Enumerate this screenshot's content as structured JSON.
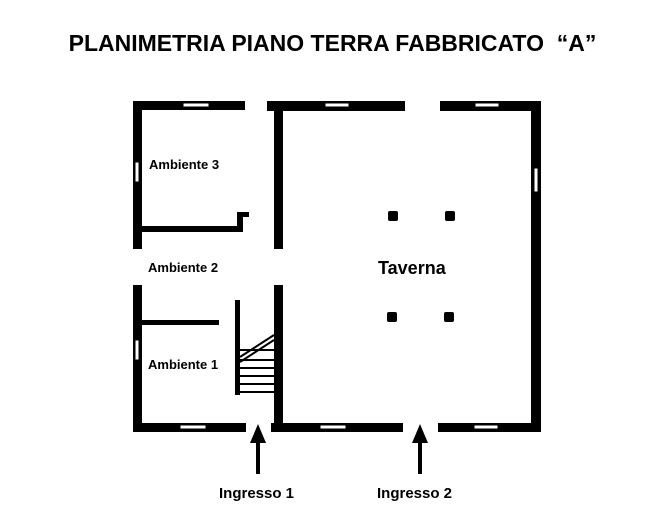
{
  "title": "PLANIMETRIA PIANO TERRA FABBRICATO  “A”",
  "rooms": {
    "ambiente3": "Ambiente 3",
    "ambiente2": "Ambiente 2",
    "ambiente1": "Ambiente 1",
    "taverna": "Taverna"
  },
  "entrances": {
    "ingresso1": "Ingresso 1",
    "ingresso2": "Ingresso 2"
  },
  "colors": {
    "wall": "#000000",
    "background": "#ffffff"
  }
}
